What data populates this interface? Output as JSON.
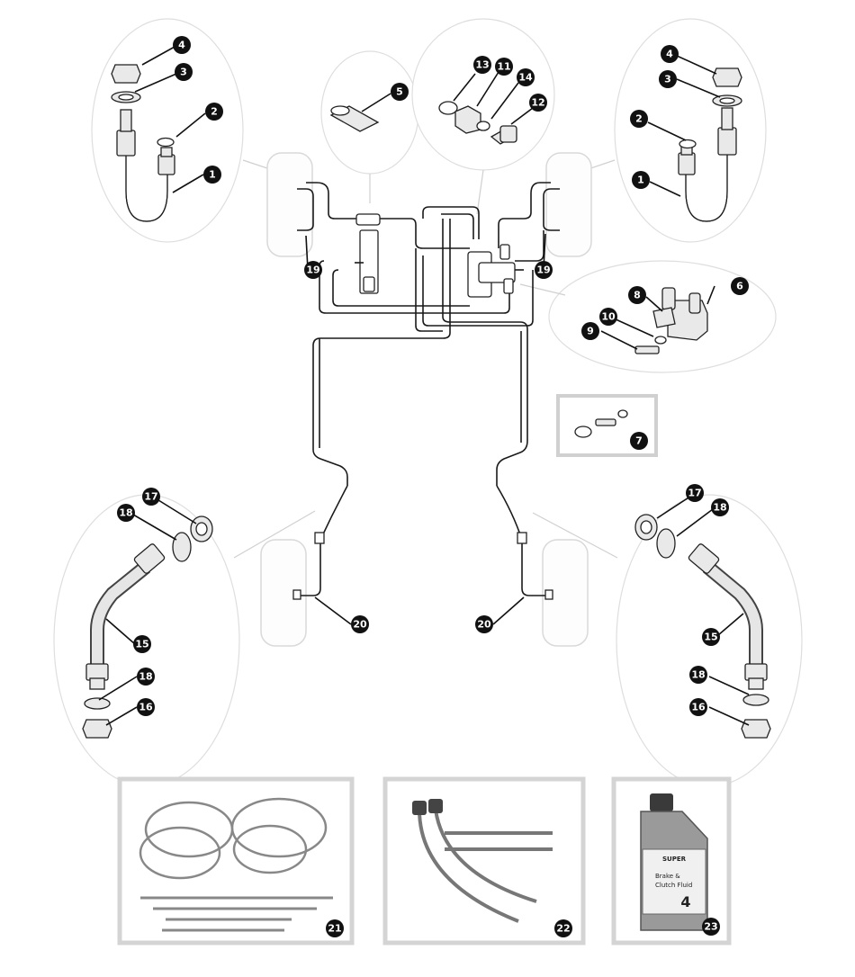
{
  "callouts": {
    "c1": "1",
    "c2": "2",
    "c3": "3",
    "c4": "4",
    "c5": "5",
    "c6": "6",
    "c7": "7",
    "c8": "8",
    "c9": "9",
    "c10": "10",
    "c11": "11",
    "c12": "12",
    "c13": "13",
    "c14": "14",
    "c15": "15",
    "c16": "16",
    "c17": "17",
    "c18": "18",
    "c19": "19",
    "c20": "20",
    "c21": "21",
    "c22": "22",
    "c23": "23"
  },
  "bottle_label": {
    "brand": "SUPER",
    "line1": "Brake &",
    "line2": "Clutch Fluid",
    "grade": "4"
  },
  "colors": {
    "callout_fill": "#111111",
    "pipe": "#1a1a1a",
    "outline": "#dedede",
    "bottle": "#9a9a9a"
  }
}
